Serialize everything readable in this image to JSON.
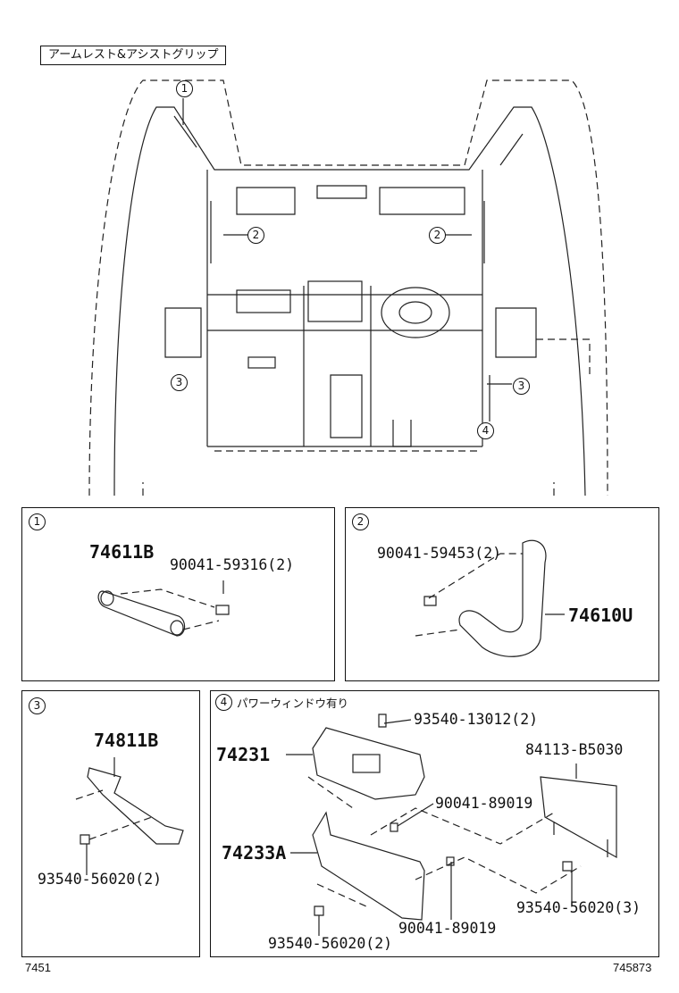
{
  "title": "アームレスト&アシストグリップ",
  "overview": {
    "callouts": [
      "1",
      "2",
      "2",
      "3",
      "3",
      "4"
    ]
  },
  "panels": [
    {
      "id": "1",
      "parts": [
        "74611B",
        "90041-59316(2)"
      ]
    },
    {
      "id": "2",
      "parts": [
        "90041-59453(2)",
        "74610U"
      ]
    },
    {
      "id": "3",
      "parts": [
        "74811B",
        "93540-56020(2)"
      ]
    },
    {
      "id": "4",
      "note": "パワーウィンドウ有り",
      "parts": [
        "93540-13012(2)",
        "74231",
        "84113-B5030",
        "90041-89019",
        "74233A",
        "93540-56020(3)",
        "90041-89019",
        "93540-56020(2)"
      ]
    }
  ],
  "footer": {
    "left": "7451",
    "right": "745873"
  }
}
